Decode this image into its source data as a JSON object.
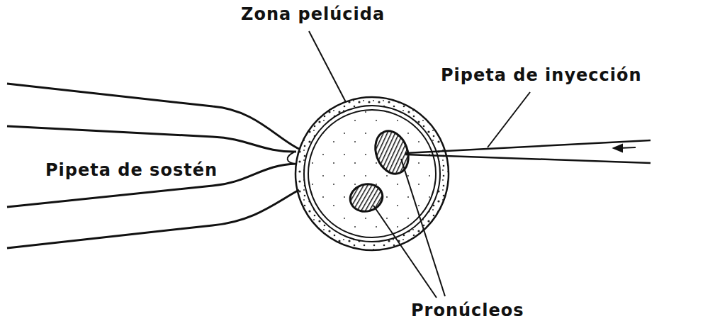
{
  "diagram": {
    "labels": [
      "Zona pelúcida",
      "Pipeta de inyección",
      "Pipeta de sostén",
      "Pronúcleos"
    ]
  }
}
